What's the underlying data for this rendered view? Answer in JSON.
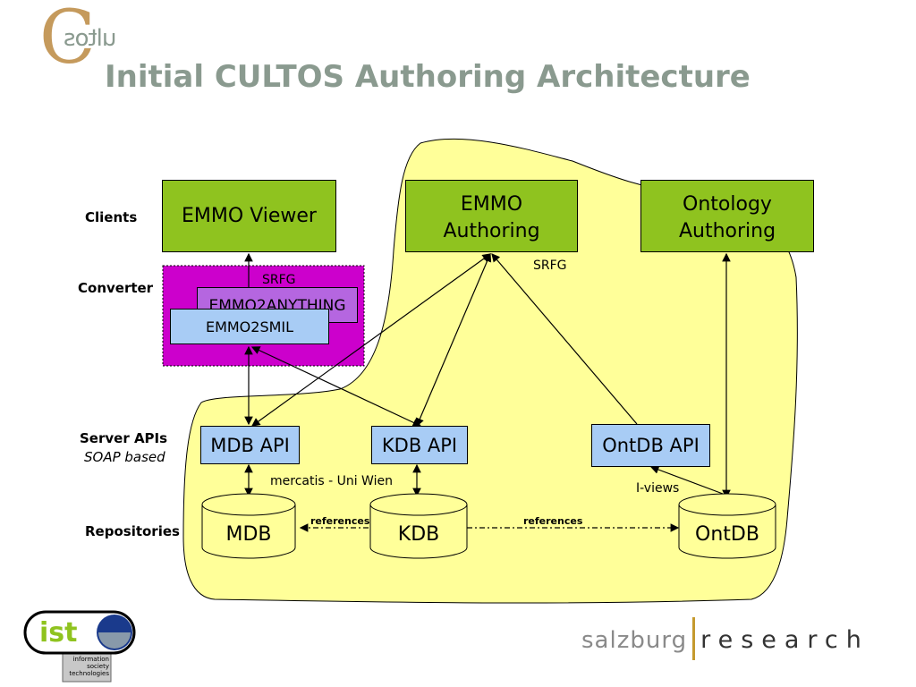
{
  "title": "Initial CULTOS Authoring Architecture",
  "logo": {
    "letter": "C",
    "text": "ultos"
  },
  "row_labels": {
    "clients": "Clients",
    "converter": "Converter",
    "server_apis": "Server APIs",
    "server_apis_sub": "SOAP based",
    "repositories": "Repositories"
  },
  "clients": {
    "emmo_viewer": "EMMO Viewer",
    "emmo_authoring_line1": "EMMO",
    "emmo_authoring_line2": "Authoring",
    "ontology_authoring_line1": "Ontology",
    "ontology_authoring_line2": "Authoring"
  },
  "converter": {
    "srfg": "SRFG",
    "emmo2anything": "EMMO2ANYTHING",
    "emmo2smil": "EMMO2SMIL"
  },
  "srfg_label": "SRFG",
  "apis": {
    "mdb": "MDB API",
    "kdb": "KDB API",
    "ontdb": "OntDB API"
  },
  "annotations": {
    "mercatis": "mercatis - Uni Wien",
    "iviews": "I-views",
    "references_1": "references",
    "references_2": "references"
  },
  "repositories": {
    "mdb": "MDB",
    "kdb": "KDB",
    "ontdb": "OntDB"
  },
  "footer": {
    "ist_logo_text": "ist",
    "ist_caption_1": "information",
    "ist_caption_2": "society",
    "ist_caption_3": "technologies",
    "salzburg": "salzburg",
    "research": "research"
  },
  "colors": {
    "title": "#8a9a8f",
    "blob": "#ffff99",
    "green_box": "#8fc31f",
    "blue_box": "#a8ccf5",
    "converter_bg": "#cc00cc",
    "anything_box": "#b566e0"
  }
}
